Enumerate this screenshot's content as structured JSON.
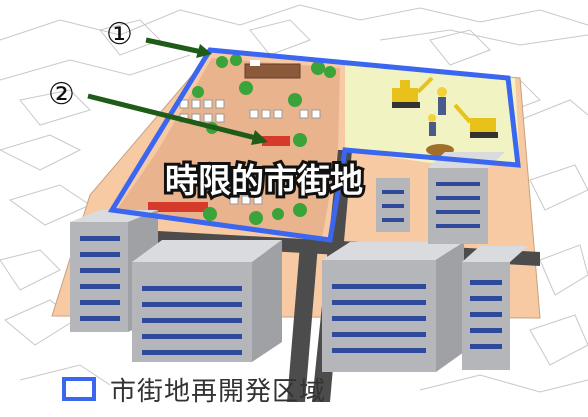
{
  "marker_1": "①",
  "marker_2": "②",
  "temporary_area_label": "時限的市街地",
  "legend": {
    "label": "市街地再開発区域",
    "boundary_color": "#3b66f0"
  },
  "colors": {
    "arrow": "#1f5c1a",
    "ground": "#f7caa4",
    "site": "#f1f3c2",
    "building": "#c7c9cc",
    "window": "#2f4a9a",
    "road": "#4c4c4c",
    "tree": "#3aa33a"
  }
}
